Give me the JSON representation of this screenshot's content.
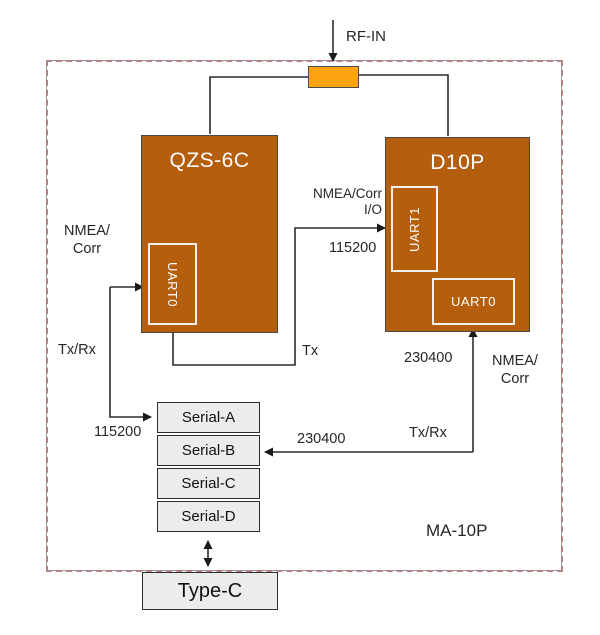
{
  "rf_in": "RF-IN",
  "enclosure_label": "MA-10P",
  "qzs": {
    "title": "QZS-6C",
    "uart0": "UART0"
  },
  "d10p": {
    "title": "D10P",
    "uart1": "UART1",
    "uart0": "UART0"
  },
  "serial_ports": [
    "Serial-A",
    "Serial-B",
    "Serial-C",
    "Serial-D"
  ],
  "typec_label": "Type-C",
  "wire_labels": {
    "left_nmea_line1": "NMEA/",
    "left_nmea_line2": "Corr",
    "left_txrx": "Tx/Rx",
    "left_baud": "115200",
    "mid_nmea_line1": "NMEA/Corr",
    "mid_nmea_line2": "I/O",
    "mid_baud": "115200",
    "mid_tx": "Tx",
    "right_baud": "230400",
    "right_nmea_line1": "NMEA/",
    "right_nmea_line2": "Corr",
    "right_txrx": "Tx/Rx",
    "bottom_baud": "230400"
  },
  "colors": {
    "module_fill": "#b45e0e",
    "splitter_fill": "#ffa312",
    "port_fill": "#ececec",
    "enclosure_dash": "#b28484",
    "wire": "#262626"
  }
}
